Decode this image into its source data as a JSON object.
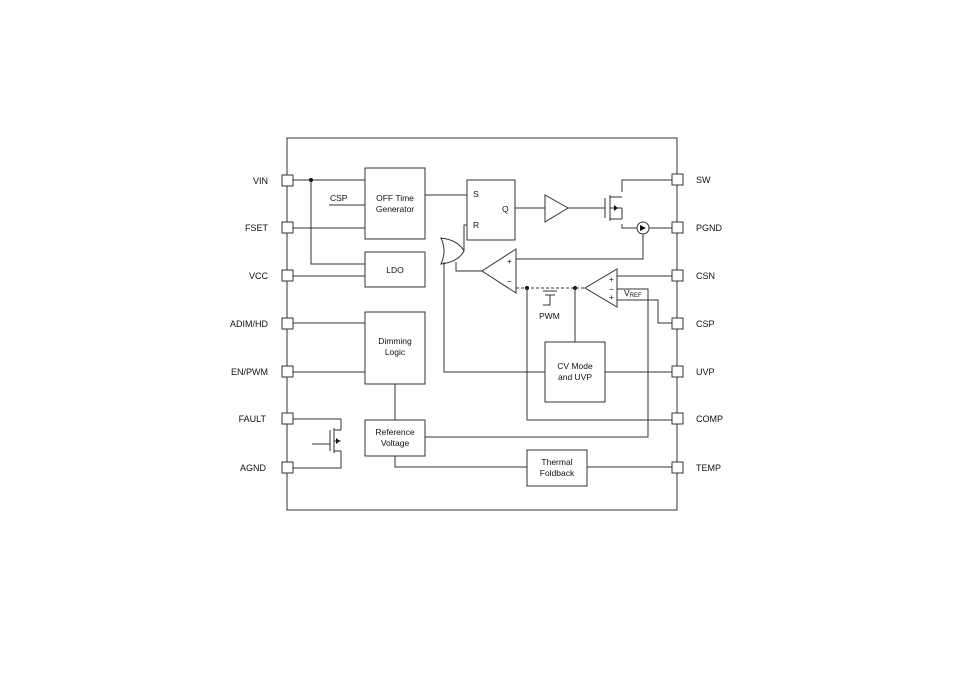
{
  "pins_left": [
    "VIN",
    "FSET",
    "VCC",
    "ADIM/HD",
    "EN/PWM",
    "FAULT",
    "AGND"
  ],
  "pins_right": [
    "SW",
    "PGND",
    "CSN",
    "CSP",
    "UVP",
    "COMP",
    "TEMP"
  ],
  "blocks": {
    "off_time": [
      "OFF Time",
      "Generator"
    ],
    "ldo": "LDO",
    "dimming": [
      "Dimming",
      "Logic"
    ],
    "reference": [
      "Reference",
      "Voltage"
    ],
    "thermal": [
      "Thermal",
      "Foldback"
    ],
    "cv_mode": [
      "CV Mode",
      "and UVP"
    ]
  },
  "latch": {
    "s": "S",
    "r": "R",
    "q": "Q"
  },
  "labels": {
    "csp_input": "CSP",
    "pwm": "PWM",
    "vref_main": "V",
    "vref_sub": "REF",
    "plus": "+",
    "minus": "−"
  }
}
